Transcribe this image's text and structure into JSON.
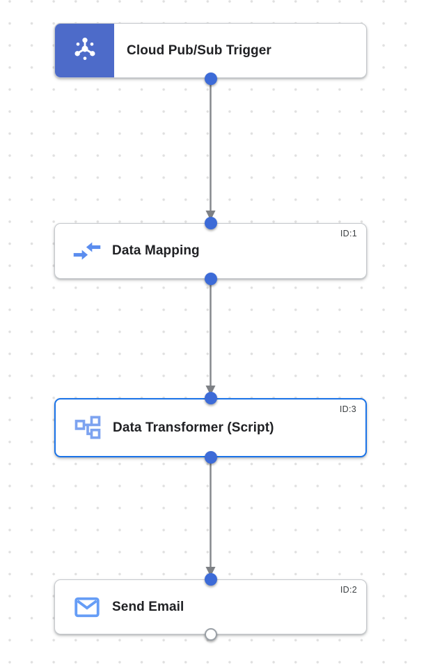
{
  "canvas": {
    "description": "integration workflow designer dotted canvas"
  },
  "colors": {
    "trigger_block_blue": "#4d6bc9",
    "port_blue": "#3d6bd7",
    "open_port_border": "#9aa0a6",
    "selected_node_border": "#1a73e8",
    "edge_gray": "#85898d",
    "arrowhead_gray": "#7d8085",
    "task_icon_blue": "#669df6",
    "transformer_icon_blue": "#7da3f0",
    "node_border_gray": "#c6c9cd",
    "grid_dot_gray": "#e0e0e0",
    "title_text": "#202124",
    "badge_text": "#3c4043"
  },
  "nodes": [
    {
      "label": "Cloud Pub/Sub Trigger",
      "kind": "trigger",
      "icon": "pubsub-icon"
    },
    {
      "label": "Data Mapping",
      "badge": "ID:1",
      "kind": "task",
      "icon": "data-mapping-icon"
    },
    {
      "label": "Data Transformer (Script)",
      "badge": "ID:3",
      "kind": "task",
      "icon": "data-transformer-icon",
      "selected": true
    },
    {
      "label": "Send Email",
      "badge": "ID:2",
      "kind": "task",
      "icon": "send-email-icon"
    }
  ]
}
